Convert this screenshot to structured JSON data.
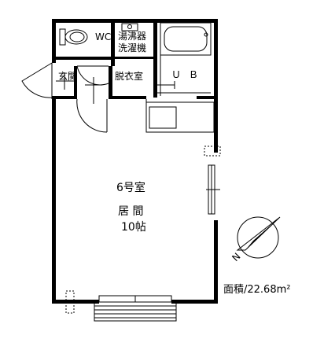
{
  "floorplan": {
    "wc": "WC",
    "water_heater": "湯沸器",
    "washer": "洗濯機",
    "entrance": "玄関",
    "dressing_room": "脱衣室",
    "unit_bath": "ＵＢ",
    "room_number": "6号室",
    "living_room": "居 間",
    "tatami_size": "10帖",
    "area": "面積/22.68m²",
    "compass_north": "N"
  },
  "colors": {
    "wall": "#000000",
    "background": "#ffffff"
  }
}
